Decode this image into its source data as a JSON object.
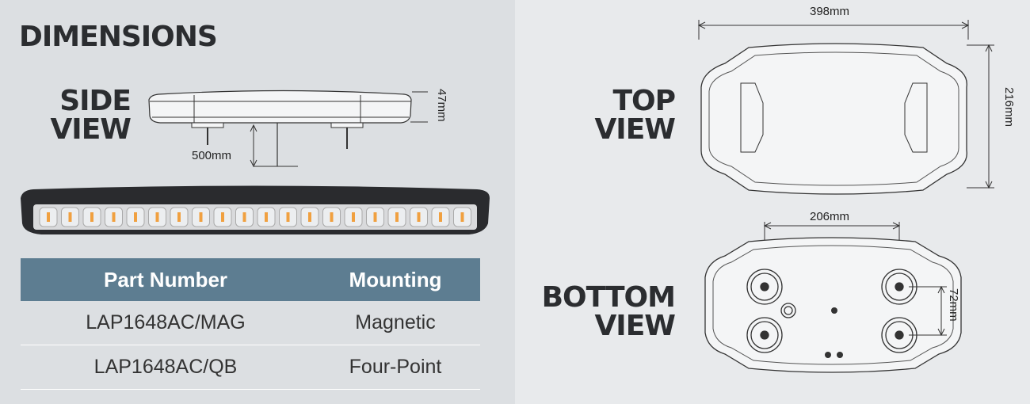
{
  "title": "DIMENSIONS",
  "side_view": {
    "line1": "SIDE",
    "line2": "VIEW",
    "height_dim": "47mm",
    "cable_dim": "500mm"
  },
  "top_view": {
    "line1": "TOP",
    "line2": "VIEW",
    "width_dim": "398mm",
    "depth_dim": "216mm"
  },
  "bottom_view": {
    "line1": "BOTTOM",
    "line2": "VIEW",
    "spacing_dim": "206mm",
    "vertical_dim": "72mm"
  },
  "table": {
    "headers": [
      "Part Number",
      "Mounting"
    ],
    "rows": [
      [
        "LAP1648AC/MAG",
        "Magnetic"
      ],
      [
        "LAP1648AC/QB",
        "Four-Point"
      ]
    ]
  },
  "colors": {
    "header": "#5d7d91",
    "amber": "#f0a040"
  }
}
